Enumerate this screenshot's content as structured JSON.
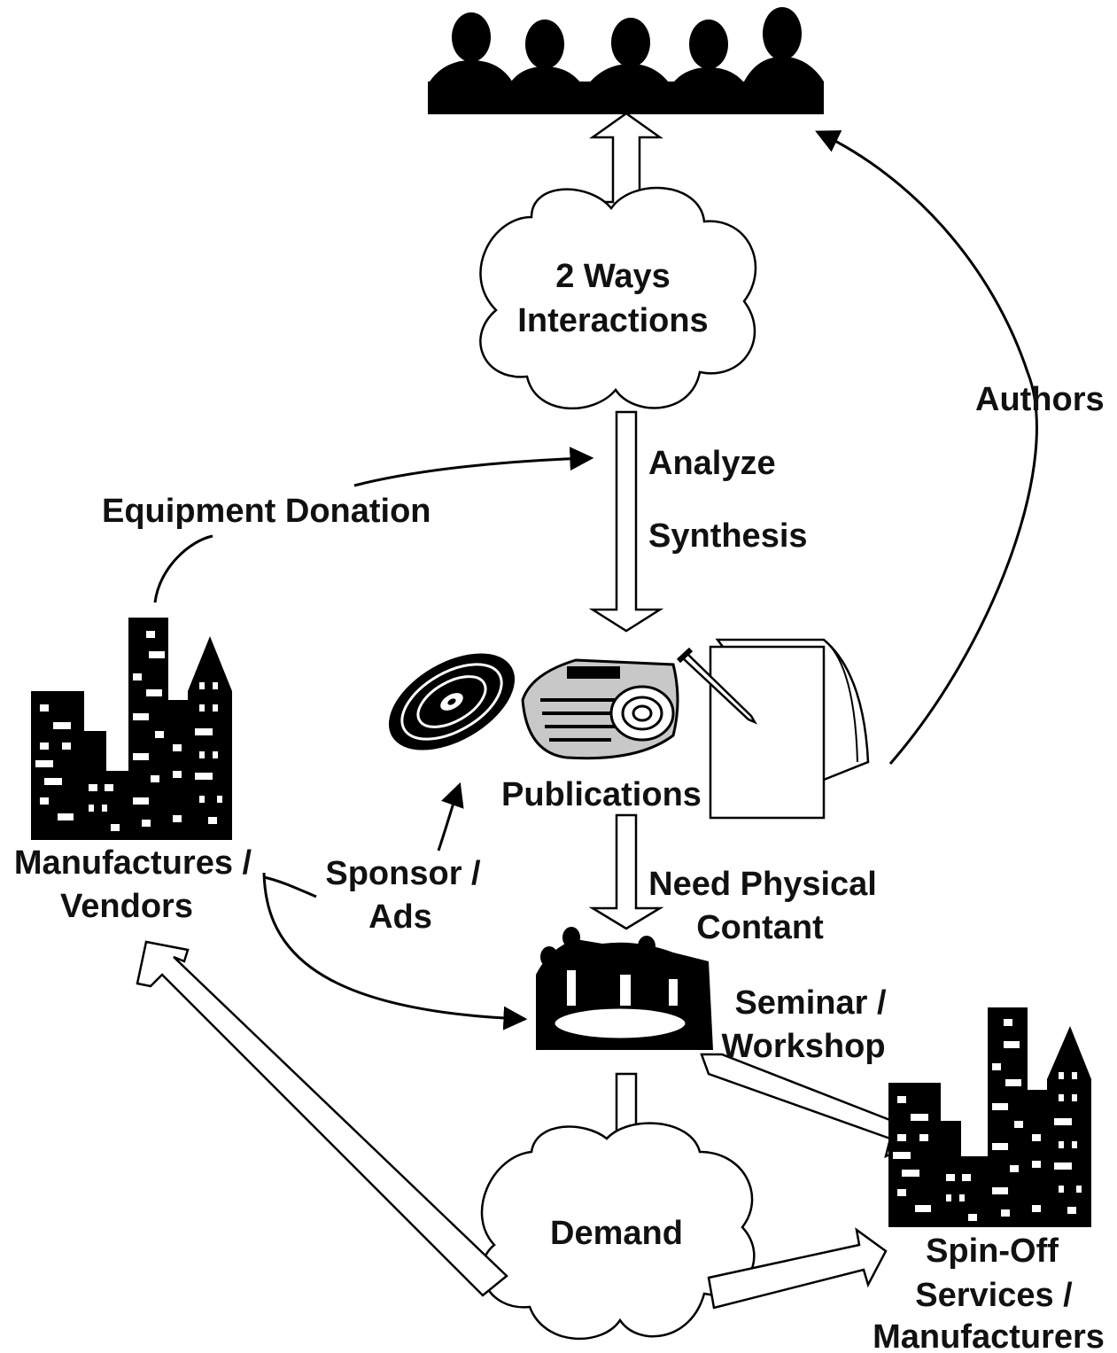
{
  "labels": {
    "two_ways": "2 Ways",
    "interactions": "Interactions",
    "analyze": "Analyze",
    "synthesis": "Synthesis",
    "authors": "Authors",
    "equipment_donation": "Equipment Donation",
    "publications": "Publications",
    "manufactures": "Manufactures /",
    "vendors": "Vendors",
    "sponsor": "Sponsor /",
    "ads": "Ads",
    "need_physical": "Need Physical",
    "contant": "Contant",
    "seminar": "Seminar /",
    "workshop": "Workshop",
    "demand": "Demand",
    "spin_off": "Spin-Off",
    "services": "Services /",
    "manufacturers": "Manufacturers"
  },
  "icons": {
    "audience": "audience-silhouette-icon",
    "cd": "compact-disc-icon",
    "newspaper": "newspaper-icon",
    "notepad": "notepad-pencil-icon",
    "meeting": "meeting-group-icon",
    "city_left": "city-buildings-icon",
    "city_right": "city-buildings-icon"
  },
  "colors": {
    "ink": "#000000",
    "paper": "#ffffff"
  }
}
